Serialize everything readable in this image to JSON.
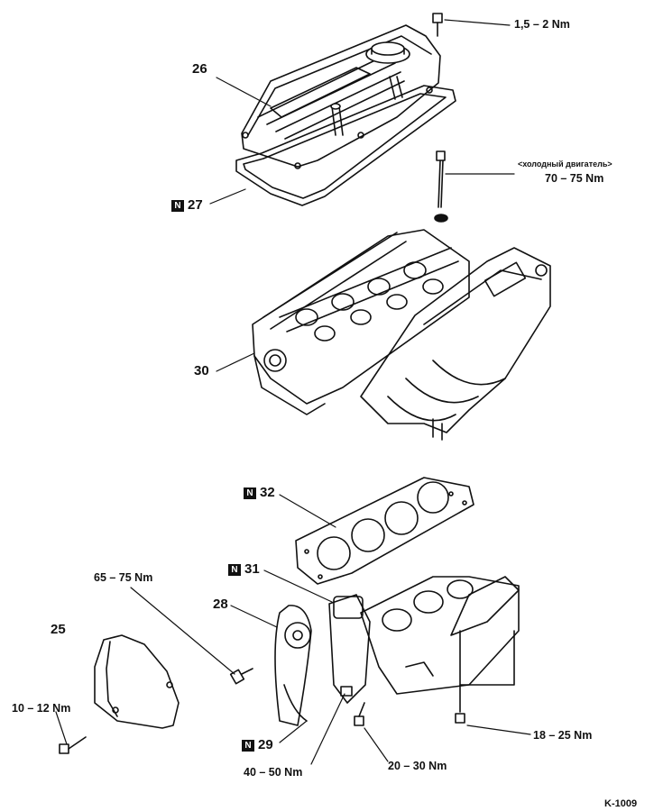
{
  "labels": {
    "p26": "26",
    "p27": "27",
    "p30": "30",
    "p32": "32",
    "p31": "31",
    "p28": "28",
    "p25": "25",
    "p29": "29",
    "new_part_marker": "N"
  },
  "torques": {
    "cover_bolt": "1,5 – 2 Nm",
    "cold_engine_note": "<холодный двигатель>",
    "head_bolt": "70 – 75 Nm",
    "sprocket_bolt": "65 – 75 Nm",
    "belt_cover_bolt": "10 – 12 Nm",
    "stud": "18 – 25 Nm",
    "lower_bolt": "20 – 30 Nm",
    "plug": "40 – 50 Nm"
  },
  "figure_code": "K-1009"
}
